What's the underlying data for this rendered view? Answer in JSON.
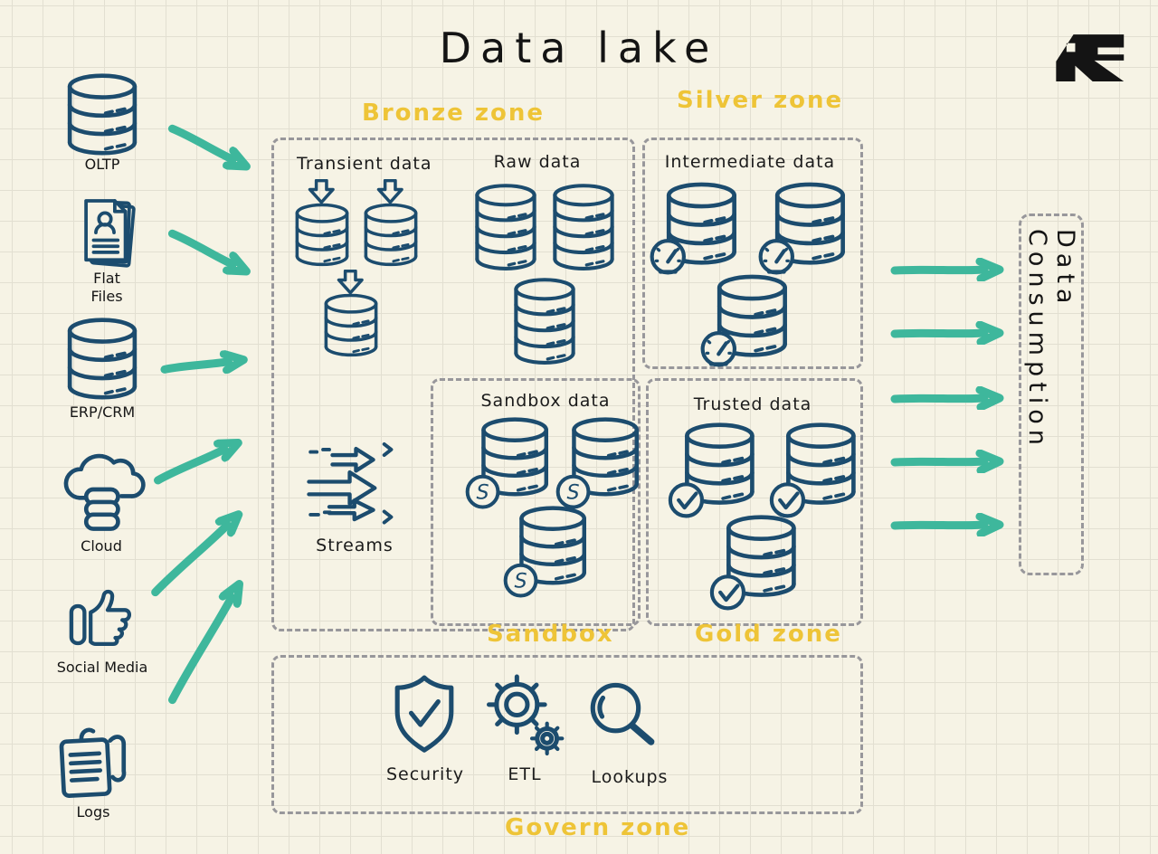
{
  "title": "Data lake",
  "logo": {
    "name": "r-logo"
  },
  "sources": [
    {
      "label": "OLTP",
      "icon": "database-stack-icon"
    },
    {
      "label": "Flat Files",
      "icon": "documents-icon"
    },
    {
      "label": "ERP/CRM",
      "icon": "database-stack-icon"
    },
    {
      "label": "Cloud",
      "icon": "cloud-database-icon"
    },
    {
      "label": "Social Media",
      "icon": "thumbs-up-icon"
    },
    {
      "label": "Logs",
      "icon": "log-document-icon"
    }
  ],
  "zones": {
    "bronze": {
      "label": "Bronze zone"
    },
    "silver": {
      "label": "Silver zone"
    },
    "sandbox": {
      "label": "Sandbox"
    },
    "gold": {
      "label": "Gold zone"
    },
    "govern": {
      "label": "Govern zone"
    }
  },
  "groups": {
    "transient": {
      "label": "Transient data",
      "icon": "database-ingest-icon",
      "count": 3
    },
    "raw": {
      "label": "Raw data",
      "icon": "database-icon",
      "count": 3
    },
    "streams": {
      "label": "Streams",
      "icon": "stream-arrows-icon"
    },
    "intermediate": {
      "label": "Intermediate data",
      "icon": "database-gauge-icon",
      "count": 3
    },
    "sandbox_data": {
      "label": "Sandbox data",
      "icon": "database-sandbox-icon",
      "count": 3
    },
    "trusted": {
      "label": "Trusted data",
      "icon": "database-verified-icon",
      "count": 3
    }
  },
  "govern_items": [
    {
      "label": "Security",
      "icon": "shield-check-icon"
    },
    {
      "label": "ETL",
      "icon": "gears-icon"
    },
    {
      "label": "Lookups",
      "icon": "magnifier-icon"
    }
  ],
  "consumption": {
    "label": "Data Consumption"
  },
  "flows": {
    "left_arrow_count": 6,
    "right_arrow_count": 5
  },
  "icons": {
    "s_badge_letter": "S"
  },
  "colors": {
    "ink_blue": "#1c4c6e",
    "arrow_green": "#3eb79c",
    "zone_yellow": "#eec437",
    "dash_gray": "#98979b",
    "paper": "#f6f3e5",
    "text_black": "#141414"
  }
}
